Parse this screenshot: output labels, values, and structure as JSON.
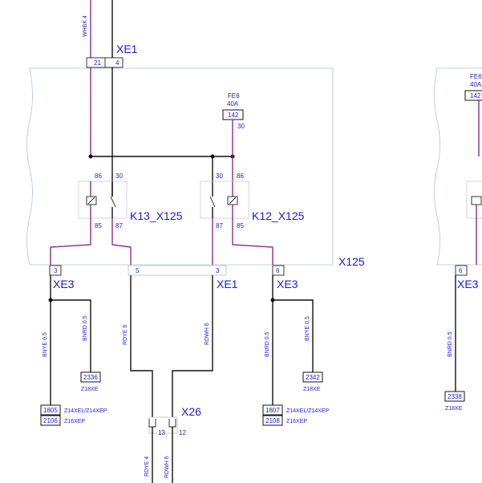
{
  "connectors": {
    "xe1_top": "XE1",
    "xe3_left": "XE3",
    "xe1_mid": "XE1",
    "xe3_mid": "XE3",
    "xe3_right": "XE3",
    "x125": "X125",
    "x26": "X26"
  },
  "relays": {
    "k13": "K13_X125",
    "k12": "K12_X125"
  },
  "fuses": {
    "fe6_name": "FE6",
    "fe6_rating": "40A",
    "fe6_box": "142",
    "fe6_pin": "30",
    "fe6_right_name": "FE6",
    "fe6_right_rating": "40A",
    "fe6_right_box": "142"
  },
  "pins": {
    "p21": "21",
    "p4": "4",
    "k13_86": "86",
    "k13_30": "30",
    "k13_85": "85",
    "k13_87": "87",
    "k12_30": "30",
    "k12_86": "86",
    "k12_87": "87",
    "k12_85": "85",
    "xe3_left_3": "3",
    "bottom_5": "5",
    "xe1_mid_3": "3",
    "xe3_mid_6": "6",
    "right_6": "6",
    "x26_13": "13",
    "x26_12": "12"
  },
  "wires": {
    "whbk4": "WHBK 4",
    "bnye_left": "BNYE 0.5",
    "bnrd_left": "BNRD 0.5",
    "rdye6": "RDYE 6",
    "rdwh6": "RDWH 6",
    "bnrd_mid": "BNRD 0.5",
    "bnye_mid": "BNYE 0.5",
    "bnrd_right": "BNRD 0.5",
    "rdye4": "RDYE 4",
    "rdwh6_bottom": "RDWH 6"
  },
  "components": {
    "c2336": "2336",
    "c2336_label": "Z18XE",
    "c2342": "2342",
    "c2342_label": "Z18XE",
    "c1805": "1805",
    "c1805_label": "Z14XEL/Z14XEP",
    "c2106": "2106",
    "c2106_label": "Z16XEP",
    "c1807": "1807",
    "c1807_label": "Z14XEL/Z14XEP",
    "c2108": "2108",
    "c2108_label": "Z16XEP",
    "c2338": "2338",
    "c2338_label": "Z18XE"
  }
}
